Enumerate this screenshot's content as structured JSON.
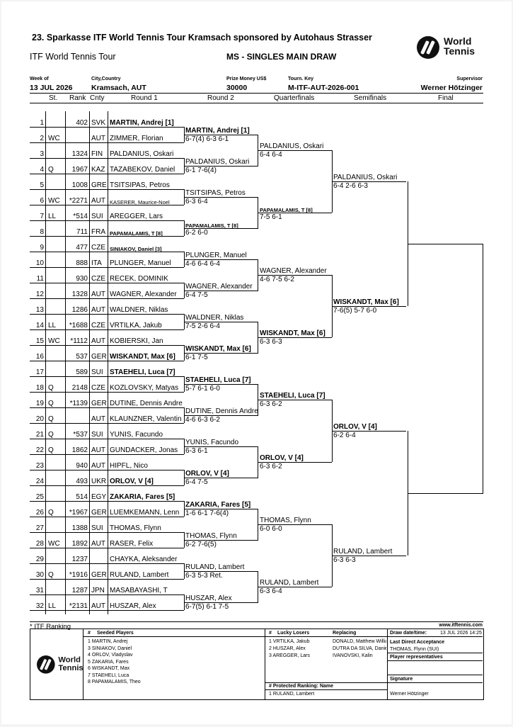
{
  "header": {
    "title": "23. Sparkasse ITF World Tennis Tour Kramsach sponsored by Autohaus Strasser",
    "tour": "ITF World Tennis Tour",
    "draw_type": "MS - SINGLES MAIN DRAW",
    "logo_line1": "World",
    "logo_line2": "Tennis",
    "week_of_label": "Week of",
    "week_of": "13 JUL 2026",
    "city_label": "City,Country",
    "city": "Kramsach, AUT",
    "prize_label": "Prize Money US$",
    "prize": "30000",
    "tourn_key_label": "Tourn. Key",
    "tourn_key": "M-ITF-AUT-2026-001",
    "supervisor_label": "Supervisor",
    "supervisor": "Werner Hötzinger"
  },
  "columns": [
    "St.",
    "Rank",
    "Cnty",
    "Round 1",
    "Round 2",
    "Quarterfinals",
    "Semifinals",
    "Final"
  ],
  "players": [
    {
      "no": "1",
      "st": "",
      "rank": "402",
      "cnty": "SVK",
      "name": "MARTIN, Andrej [1]",
      "bold": true,
      "small": false
    },
    {
      "no": "2",
      "st": "WC",
      "rank": "",
      "cnty": "AUT",
      "name": "ZIMMER, Florian",
      "bold": false,
      "small": false
    },
    {
      "no": "3",
      "st": "",
      "rank": "1324",
      "cnty": "FIN",
      "name": "PALDANIUS, Oskari",
      "bold": false,
      "small": false
    },
    {
      "no": "4",
      "st": "Q",
      "rank": "1967",
      "cnty": "KAZ",
      "name": "TAZABEKOV, Daniel",
      "bold": false,
      "small": false
    },
    {
      "no": "5",
      "st": "",
      "rank": "1008",
      "cnty": "GRE",
      "name": "TSITSIPAS, Petros",
      "bold": false,
      "small": false
    },
    {
      "no": "6",
      "st": "WC",
      "rank": "*2271",
      "cnty": "AUT",
      "name": "KASERER, Maurice-Noel",
      "bold": false,
      "small": true
    },
    {
      "no": "7",
      "st": "LL",
      "rank": "*514",
      "cnty": "SUI",
      "name": "AREGGER, Lars",
      "bold": false,
      "small": false
    },
    {
      "no": "8",
      "st": "",
      "rank": "711",
      "cnty": "FRA",
      "name": "PAPAMALAMIS, T [8]",
      "bold": true,
      "small": true
    },
    {
      "no": "9",
      "st": "",
      "rank": "477",
      "cnty": "CZE",
      "name": "SINIAKOV, Daniel [3]",
      "bold": true,
      "small": true
    },
    {
      "no": "10",
      "st": "",
      "rank": "888",
      "cnty": "ITA",
      "name": "PLUNGER, Manuel",
      "bold": false,
      "small": false
    },
    {
      "no": "11",
      "st": "",
      "rank": "930",
      "cnty": "CZE",
      "name": "RECEK, DOMINIK",
      "bold": false,
      "small": false
    },
    {
      "no": "12",
      "st": "",
      "rank": "1328",
      "cnty": "AUT",
      "name": "WAGNER, Alexander",
      "bold": false,
      "small": false
    },
    {
      "no": "13",
      "st": "",
      "rank": "1286",
      "cnty": "AUT",
      "name": "WALDNER, Niklas",
      "bold": false,
      "small": false
    },
    {
      "no": "14",
      "st": "LL",
      "rank": "*1688",
      "cnty": "CZE",
      "name": "VRTILKA, Jakub",
      "bold": false,
      "small": false
    },
    {
      "no": "15",
      "st": "WC",
      "rank": "*1112",
      "cnty": "AUT",
      "name": "KOBIERSKI, Jan",
      "bold": false,
      "small": false
    },
    {
      "no": "16",
      "st": "",
      "rank": "537",
      "cnty": "GER",
      "name": "WISKANDT, Max [6]",
      "bold": true,
      "small": false
    },
    {
      "no": "17",
      "st": "",
      "rank": "589",
      "cnty": "SUI",
      "name": "STAEHELI, Luca [7]",
      "bold": true,
      "small": false
    },
    {
      "no": "18",
      "st": "Q",
      "rank": "2148",
      "cnty": "CZE",
      "name": "KOZLOVSKY, Matyas",
      "bold": false,
      "small": false
    },
    {
      "no": "19",
      "st": "Q",
      "rank": "*1139",
      "cnty": "GER",
      "name": "DUTINE, Dennis Andre",
      "bold": false,
      "small": false
    },
    {
      "no": "20",
      "st": "Q",
      "rank": "",
      "cnty": "AUT",
      "name": "KLAUNZNER, Valentin",
      "bold": false,
      "small": false
    },
    {
      "no": "21",
      "st": "Q",
      "rank": "*537",
      "cnty": "SUI",
      "name": "YUNIS, Facundo",
      "bold": false,
      "small": false
    },
    {
      "no": "22",
      "st": "Q",
      "rank": "1862",
      "cnty": "AUT",
      "name": "GUNDACKER, Jonas",
      "bold": false,
      "small": false
    },
    {
      "no": "23",
      "st": "",
      "rank": "940",
      "cnty": "AUT",
      "name": "HIPFL, Nico",
      "bold": false,
      "small": false
    },
    {
      "no": "24",
      "st": "",
      "rank": "493",
      "cnty": "UKR",
      "name": "ORLOV, V [4]",
      "bold": true,
      "small": false
    },
    {
      "no": "25",
      "st": "",
      "rank": "514",
      "cnty": "EGY",
      "name": "ZAKARIA, Fares [5]",
      "bold": true,
      "small": false
    },
    {
      "no": "26",
      "st": "Q",
      "rank": "*1967",
      "cnty": "GER",
      "name": "LUEMKEMANN, Lenn",
      "bold": false,
      "small": false
    },
    {
      "no": "27",
      "st": "",
      "rank": "1388",
      "cnty": "SUI",
      "name": "THOMAS, Flynn",
      "bold": false,
      "small": false
    },
    {
      "no": "28",
      "st": "WC",
      "rank": "1892",
      "cnty": "AUT",
      "name": "RASER, Felix",
      "bold": false,
      "small": false
    },
    {
      "no": "29",
      "st": "",
      "rank": "1237",
      "cnty": "",
      "name": "CHAYKA, Aleksander",
      "bold": false,
      "small": false
    },
    {
      "no": "30",
      "st": "Q",
      "rank": "*1916",
      "cnty": "GER",
      "name": "RULAND, Lambert",
      "bold": false,
      "small": false
    },
    {
      "no": "31",
      "st": "",
      "rank": "1287",
      "cnty": "JPN",
      "name": "MASABAYASHI, T",
      "bold": false,
      "small": false
    },
    {
      "no": "32",
      "st": "LL",
      "rank": "*2131",
      "cnty": "AUT",
      "name": "HUSZAR, Alex",
      "bold": false,
      "small": false
    }
  ],
  "round2": [
    {
      "name": "MARTIN, Andrej [1]",
      "score": "6-7(4) 6-3 6-1",
      "bold": true,
      "small": false
    },
    {
      "name": "PALDANIUS, Oskari",
      "score": "6-1 7-6(4)",
      "bold": false,
      "small": false
    },
    {
      "name": "TSITSIPAS, Petros",
      "score": "6-3 6-4",
      "bold": false,
      "small": false
    },
    {
      "name": "PAPAMALAMIS, T [8]",
      "score": "6-2 6-0",
      "bold": true,
      "small": true
    },
    {
      "name": "PLUNGER, Manuel",
      "score": "4-6 6-4 6-4",
      "bold": false,
      "small": false
    },
    {
      "name": "WAGNER, Alexander",
      "score": "6-4 7-5",
      "bold": false,
      "small": false
    },
    {
      "name": "WALDNER, Niklas",
      "score": "7-5 2-6 6-4",
      "bold": false,
      "small": false
    },
    {
      "name": "WISKANDT, Max [6]",
      "score": "6-1 7-5",
      "bold": true,
      "small": false
    },
    {
      "name": "STAEHELI, Luca [7]",
      "score": "5-7 6-1 6-0",
      "bold": true,
      "small": false
    },
    {
      "name": "DUTINE, Dennis Andre",
      "score": "4-6 6-3 6-2",
      "bold": false,
      "small": false
    },
    {
      "name": "YUNIS, Facundo",
      "score": "6-3 6-1",
      "bold": false,
      "small": false
    },
    {
      "name": "ORLOV, V [4]",
      "score": "6-4 7-5",
      "bold": true,
      "small": false
    },
    {
      "name": "ZAKARIA, Fares [5]",
      "score": "1-6 6-1 7-6(4)",
      "bold": true,
      "small": false
    },
    {
      "name": "THOMAS, Flynn",
      "score": "6-2 7-6(5)",
      "bold": false,
      "small": false
    },
    {
      "name": "RULAND, Lambert",
      "score": "6-3 5-3 Ret.",
      "bold": false,
      "small": false
    },
    {
      "name": "HUSZAR, Alex",
      "score": "6-7(5) 6-1 7-5",
      "bold": false,
      "small": false
    }
  ],
  "quarterfinals": [
    {
      "name": "PALDANIUS, Oskari",
      "score": "6-4 6-4",
      "bold": false,
      "small": false
    },
    {
      "name": "PAPAMALAMIS, T [8]",
      "score": "7-5 6-1",
      "bold": true,
      "small": true
    },
    {
      "name": "WAGNER, Alexander",
      "score": "4-6 7-5 6-2",
      "bold": false,
      "small": false
    },
    {
      "name": "WISKANDT, Max [6]",
      "score": "6-3 6-3",
      "bold": true,
      "small": false
    },
    {
      "name": "STAEHELI, Luca [7]",
      "score": "6-3 6-2",
      "bold": true,
      "small": false
    },
    {
      "name": "ORLOV, V [4]",
      "score": "6-3 6-2",
      "bold": true,
      "small": false
    },
    {
      "name": "THOMAS, Flynn",
      "score": "6-0 6-0",
      "bold": false,
      "small": false
    },
    {
      "name": "RULAND, Lambert",
      "score": "6-3 6-4",
      "bold": false,
      "small": false
    }
  ],
  "semifinals": [
    {
      "name": "PALDANIUS, Oskari",
      "score": "6-4 2-6 6-3",
      "bold": false,
      "small": false
    },
    {
      "name": "WISKANDT, Max [6]",
      "score": "7-6(5) 5-7 6-0",
      "bold": true,
      "small": false
    },
    {
      "name": "ORLOV, V [4]",
      "score": "6-2 6-4",
      "bold": true,
      "small": false
    },
    {
      "name": "RULAND, Lambert",
      "score": "6-3 6-3",
      "bold": false,
      "small": false
    }
  ],
  "footer": {
    "itf_ranking_note": "* ITF Ranking",
    "website": "www.itftennis.com",
    "seeded_hash": "#",
    "seeded_title": "Seeded Players",
    "seeded": [
      "1  MARTIN, Andrej",
      "3  SINIAKOV, Daniel",
      "4  ORLOV, Vladyslav",
      "5  ZAKARIA, Fares",
      "6  WISKANDT, Max",
      "7  STAEHELI, Luca",
      "8  PAPAMALAMIS, Theo"
    ],
    "lucky_hash": "#",
    "lucky_title": "Lucky Losers",
    "replacing_title": "Replacing",
    "lucky": [
      "1  VRTILKA, Jakub",
      "2  HUSZAR, Alex",
      "3  AREGGER, Lars"
    ],
    "replacing": [
      "DONALD, Matthew William",
      "DUTRA DA SILVA, Daniel",
      "IVANOVSKI, Kalin"
    ],
    "protected_title": "#  Protected Ranking: Name",
    "protected": [
      "1  RULAND, Lambert"
    ],
    "draw_datetime_label": "Draw date/time:",
    "draw_datetime": "13 JUL 2026 14:25",
    "last_direct_label": "Last Direct Acceptance",
    "last_direct": "THOMAS, Flynn (SUI)",
    "player_reps_label": "Player representatives",
    "signature_label": "Signature",
    "signature_name": "Werner Hötzinger"
  }
}
